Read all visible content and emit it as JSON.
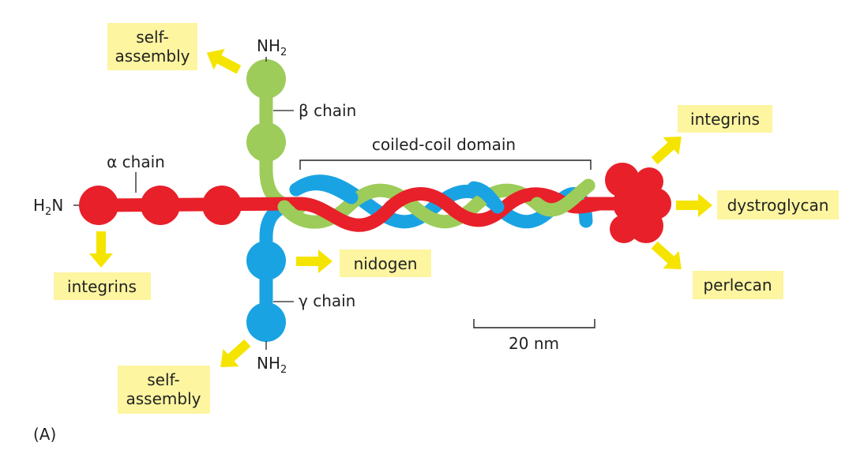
{
  "colors": {
    "alpha": "#e8202a",
    "beta": "#9dcc5a",
    "gamma": "#1aa3e3",
    "label_box": "#fdf5a0",
    "arrow": "#f5e400",
    "text": "#222222"
  },
  "labels": {
    "nh2": "NH",
    "nh2_sub": "2",
    "h2n_h": "H",
    "h2n_sub": "2",
    "h2n_n": "N",
    "beta_chain": "β chain",
    "alpha_chain": "α chain",
    "gamma_chain": "γ chain",
    "coiled_coil": "coiled-coil domain",
    "scale": "20 nm",
    "panel": "(A)"
  },
  "binding_partners": {
    "self_assembly_top_1": "self-",
    "self_assembly_top_2": "assembly",
    "integrins_left": "integrins",
    "nidogen": "nidogen",
    "self_assembly_bottom_1": "self-",
    "self_assembly_bottom_2": "assembly",
    "integrins_right": "integrins",
    "dystroglycan": "dystroglycan",
    "perlecan": "perlecan"
  }
}
